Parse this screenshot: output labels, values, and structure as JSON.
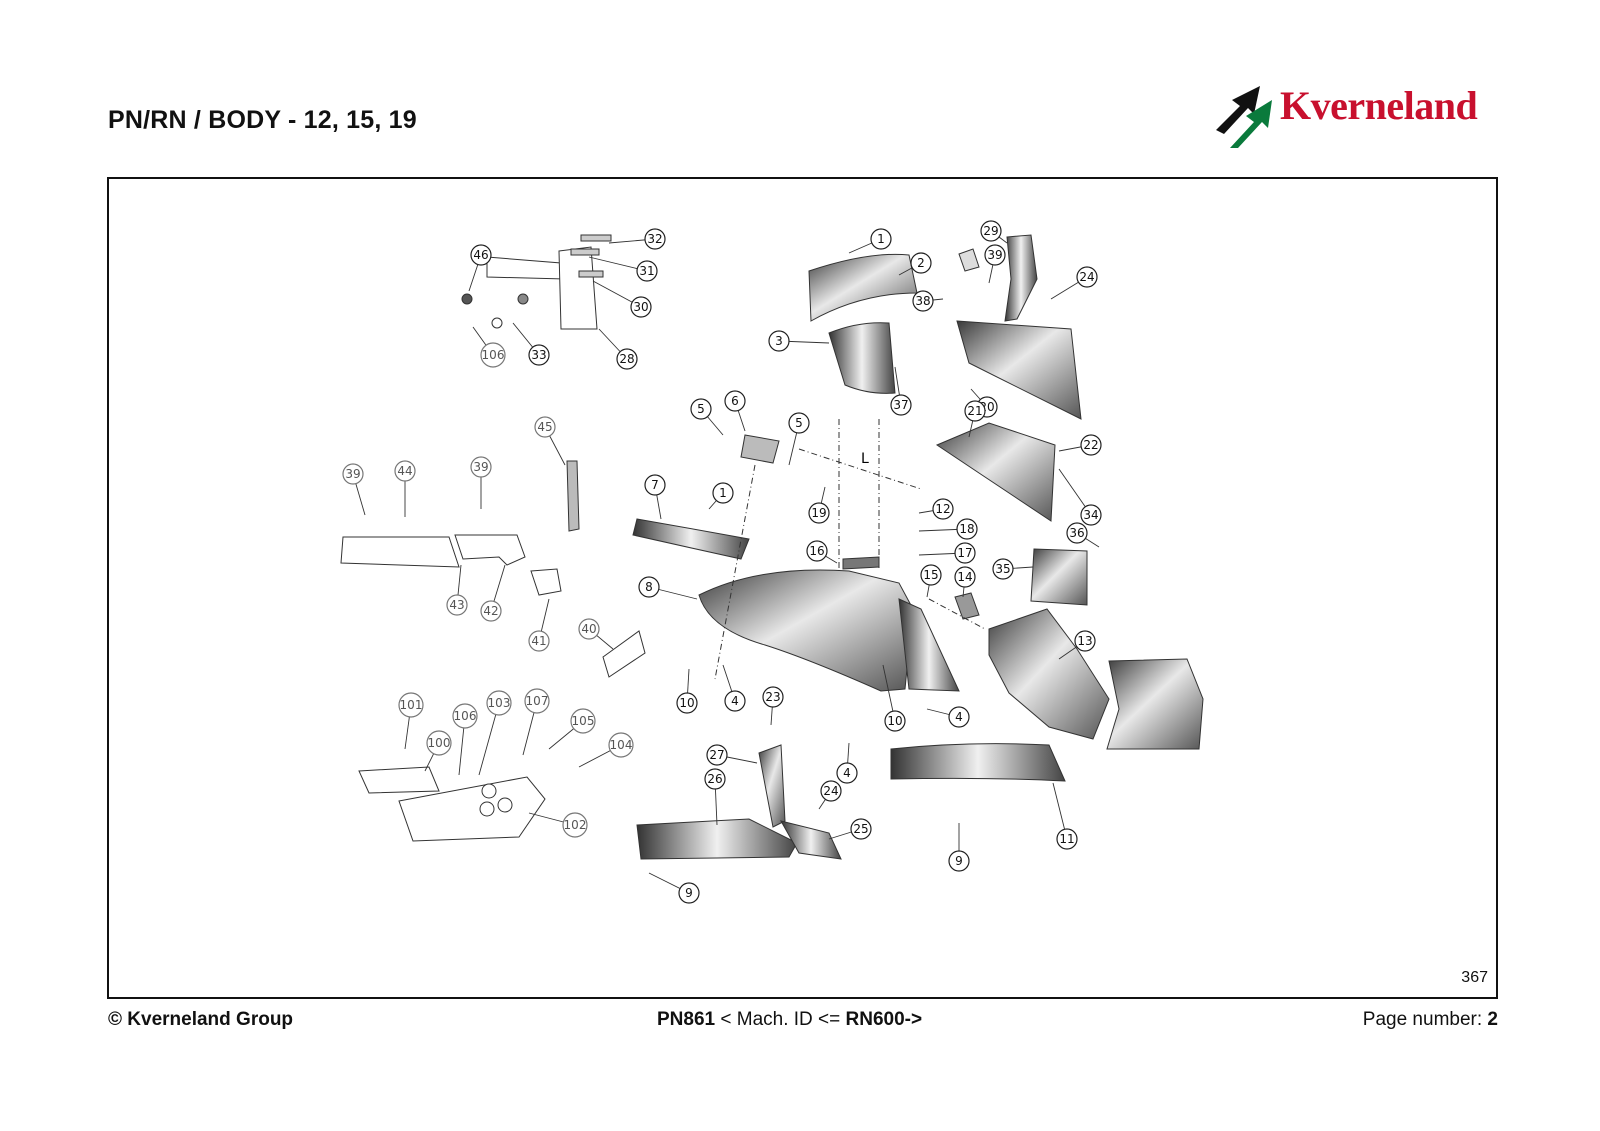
{
  "header": {
    "title": "PN/RN / BODY - 12, 15, 19",
    "logo_text": "Kverneland",
    "logo_color": "#c8102e",
    "logo_mark_color": "#0a7a3c"
  },
  "diagram": {
    "drawing_number": "367",
    "dimension_label": "L",
    "callouts": [
      "1",
      "2",
      "3",
      "4",
      "5",
      "6",
      "7",
      "8",
      "9",
      "10",
      "11",
      "12",
      "13",
      "14",
      "15",
      "16",
      "17",
      "18",
      "19",
      "20",
      "21",
      "22",
      "23",
      "24",
      "25",
      "26",
      "27",
      "28",
      "29",
      "30",
      "31",
      "32",
      "33",
      "34",
      "35",
      "36",
      "37",
      "38",
      "39",
      "40",
      "41",
      "42",
      "43",
      "44",
      "45",
      "46",
      "100",
      "101",
      "102",
      "103",
      "104",
      "105",
      "106",
      "107"
    ]
  },
  "footer": {
    "copyright": "© Kverneland Group",
    "machine_prefix": "PN861",
    "machine_middle": " < Mach. ID <= ",
    "machine_suffix": "RN600->",
    "page_label": "Page number: ",
    "page_number": "2"
  }
}
